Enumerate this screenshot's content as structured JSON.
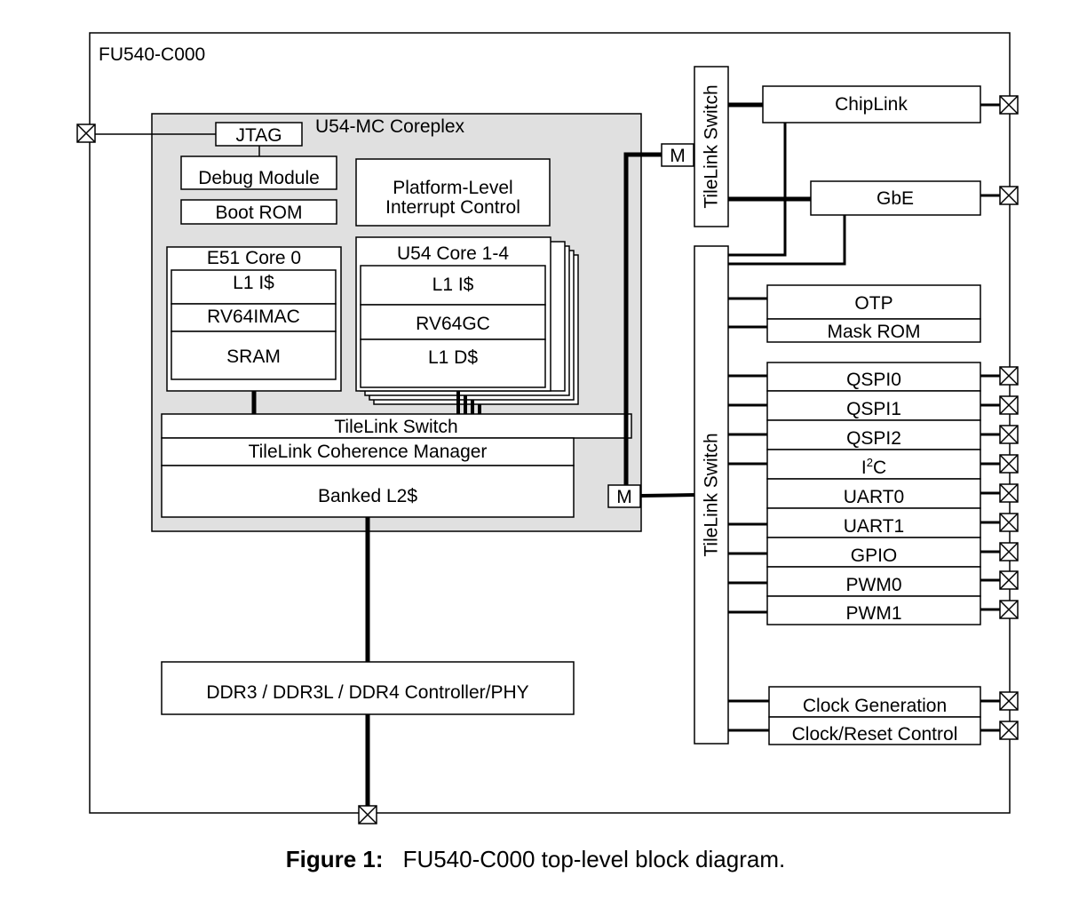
{
  "chip": {
    "name": "FU540-C000"
  },
  "coreplex": {
    "title": "U54-MC Coreplex",
    "jtag": "JTAG",
    "debug_module": "Debug Module",
    "boot_rom": "Boot ROM",
    "plic_line1": "Platform-Level",
    "plic_line2": "Interrupt Control",
    "e51": {
      "title": "E51 Core 0",
      "l1i": "L1 I$",
      "isa": "RV64IMAC",
      "sram": "SRAM"
    },
    "u54": {
      "title": "U54 Core 1-4",
      "l1i": "L1 I$",
      "isa": "RV64GC",
      "l1d": "L1 D$"
    },
    "tilelink_switch": "TileLink Switch",
    "coherence_manager": "TileLink Coherence Manager",
    "l2": "Banked L2$",
    "master_label": "M"
  },
  "ddr": "DDR3 / DDR3L / DDR4 Controller/PHY",
  "bus_upper": "TileLink Switch",
  "bus_lower": "TileLink Switch",
  "master_upper": "M",
  "master_lower": "M",
  "peripherals": {
    "chiplink": "ChipLink",
    "gbe": "GbE",
    "otp": "OTP",
    "mask_rom": "Mask ROM",
    "qspi0": "QSPI0",
    "qspi1": "QSPI1",
    "qspi2": "QSPI2",
    "i2c_base": "I",
    "i2c_sup": "2",
    "i2c_tail": "C",
    "uart0": "UART0",
    "uart1": "UART1",
    "gpio": "GPIO",
    "pwm0": "PWM0",
    "pwm1": "PWM1",
    "clock_gen": "Clock Generation",
    "clock_reset": "Clock/Reset Control"
  },
  "caption": {
    "label": "Figure 1:",
    "text": "FU540-C000 top-level block diagram."
  }
}
